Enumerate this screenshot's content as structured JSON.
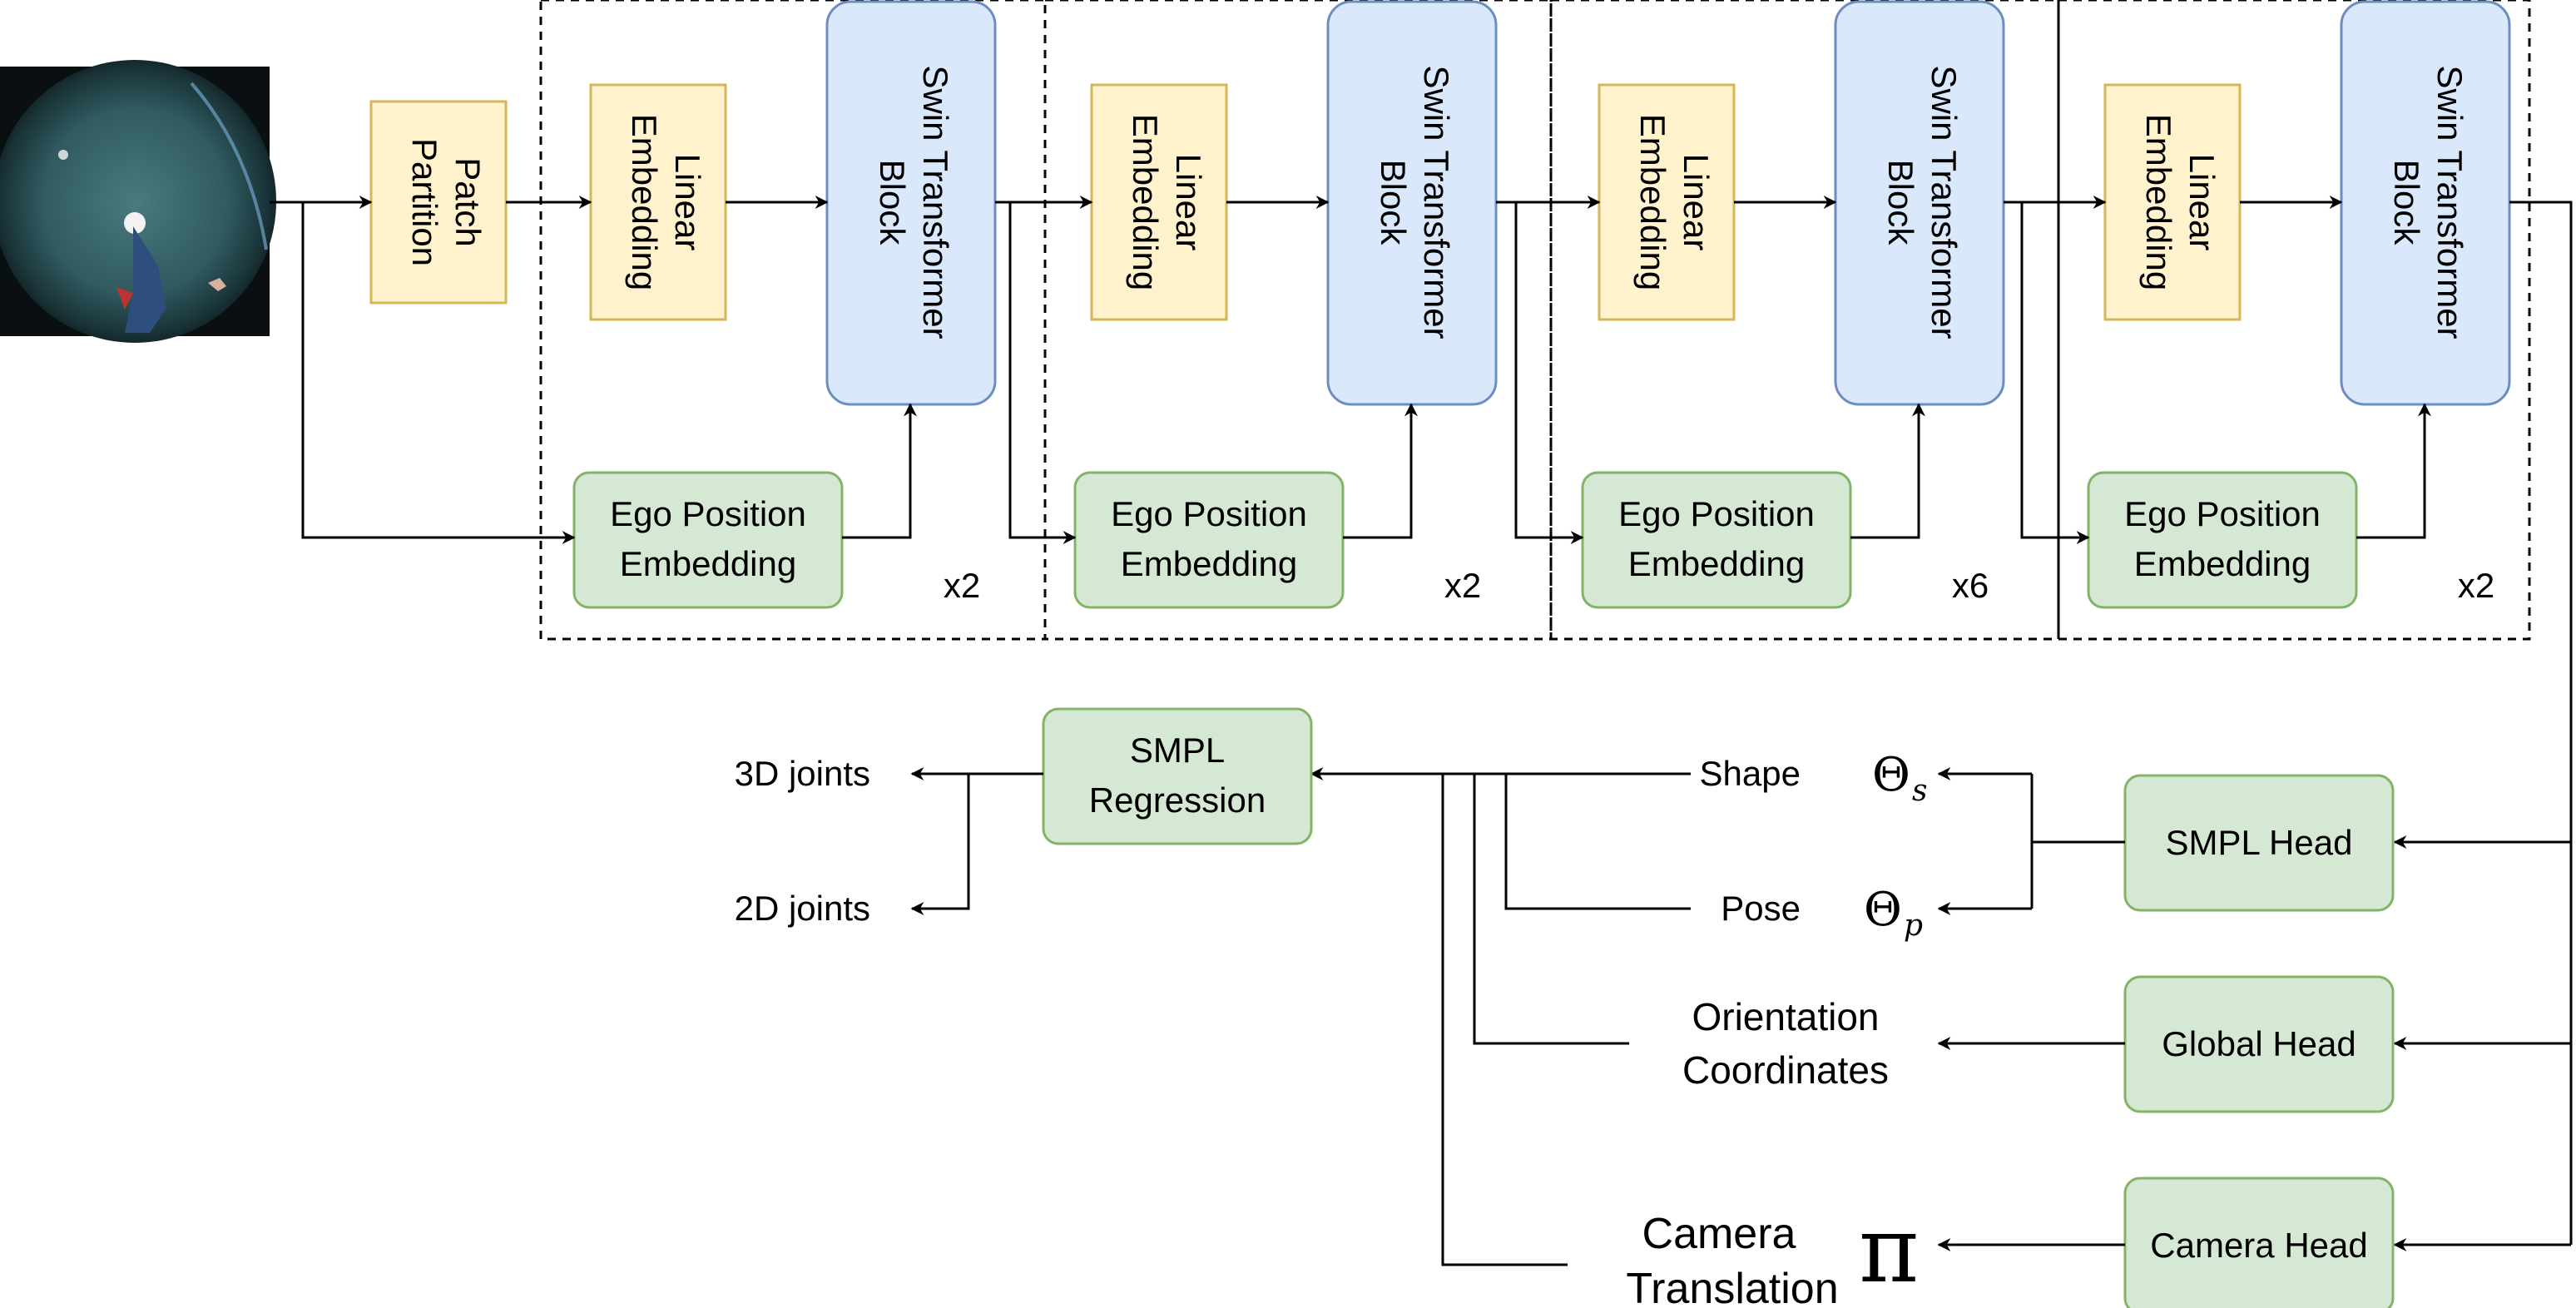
{
  "input_image": {
    "name": "egocentric fisheye input image"
  },
  "blocks": {
    "patch_partition": [
      "Patch",
      "Partition"
    ],
    "linear_embedding": [
      "Linear",
      "Embedding"
    ],
    "swin_block": [
      "Swin Transformer",
      "Block"
    ],
    "ego_position": [
      "Ego Position",
      "Embedding"
    ]
  },
  "stages": [
    {
      "repeat": "x2"
    },
    {
      "repeat": "x2"
    },
    {
      "repeat": "x6"
    },
    {
      "repeat": "x2"
    }
  ],
  "heads": {
    "smpl": "SMPL Head",
    "global": "Global Head",
    "camera": "Camera Head"
  },
  "outputs": {
    "shape_label": "Shape",
    "shape_symbol": "Θ",
    "shape_sub": "s",
    "pose_label": "Pose",
    "pose_symbol": "Θ",
    "pose_sub": "p",
    "orientation": [
      "Orientation",
      "Coordinates"
    ],
    "camera": [
      "Camera",
      "Translation"
    ],
    "camera_symbol": "π"
  },
  "regression": [
    "SMPL",
    "Regression"
  ],
  "joints": {
    "joints_3d": "3D joints",
    "joints_2d": "2D joints"
  },
  "colors": {
    "yellow_fill": "#fff2cc",
    "yellow_stroke": "#d6b656",
    "blue_fill": "#dae8fc",
    "blue_stroke": "#6c8ebf",
    "green_fill": "#d5e8d4",
    "green_stroke": "#82b366"
  }
}
